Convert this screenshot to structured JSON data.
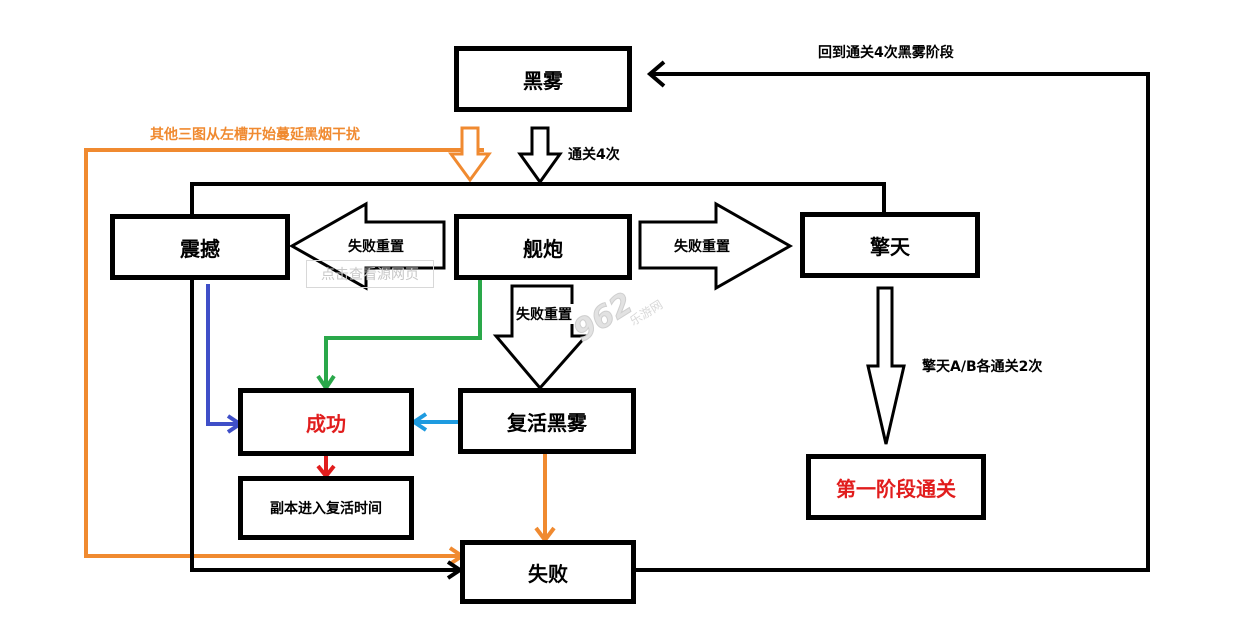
{
  "nodes": {
    "heiwu": "黑雾",
    "jianpao": "舰炮",
    "zhenhan": "震撼",
    "qingtian": "擎天",
    "chenggong": "成功",
    "fuhuo_heiwu": "复活黑雾",
    "fuben_fuhuo": "副本进入复活时间",
    "diyi_jieduan": "第一阶段通关",
    "shibai": "失败"
  },
  "edge_labels": {
    "tongguan_4": "通关4次",
    "huidao": "回到通关4次黑雾阶段",
    "qita_santu": "其他三图从左槽开始蔓延黑烟干扰",
    "shibai_chongzhi_left": "失败重置",
    "shibai_chongzhi_right": "失败重置",
    "shibai_chongzhi_down": "失败重置",
    "qingtian_ab": "擎天A/B各通关2次"
  },
  "watermark": {
    "text": "点击查看源网页",
    "logo_text": "962",
    "logo_sub": "乐游网"
  },
  "colors": {
    "black": "#000000",
    "orange": "#f08a30",
    "green": "#2aa84a",
    "blue": "#3f4fc8",
    "cyan": "#1e9be0",
    "red": "#e11d1d"
  }
}
